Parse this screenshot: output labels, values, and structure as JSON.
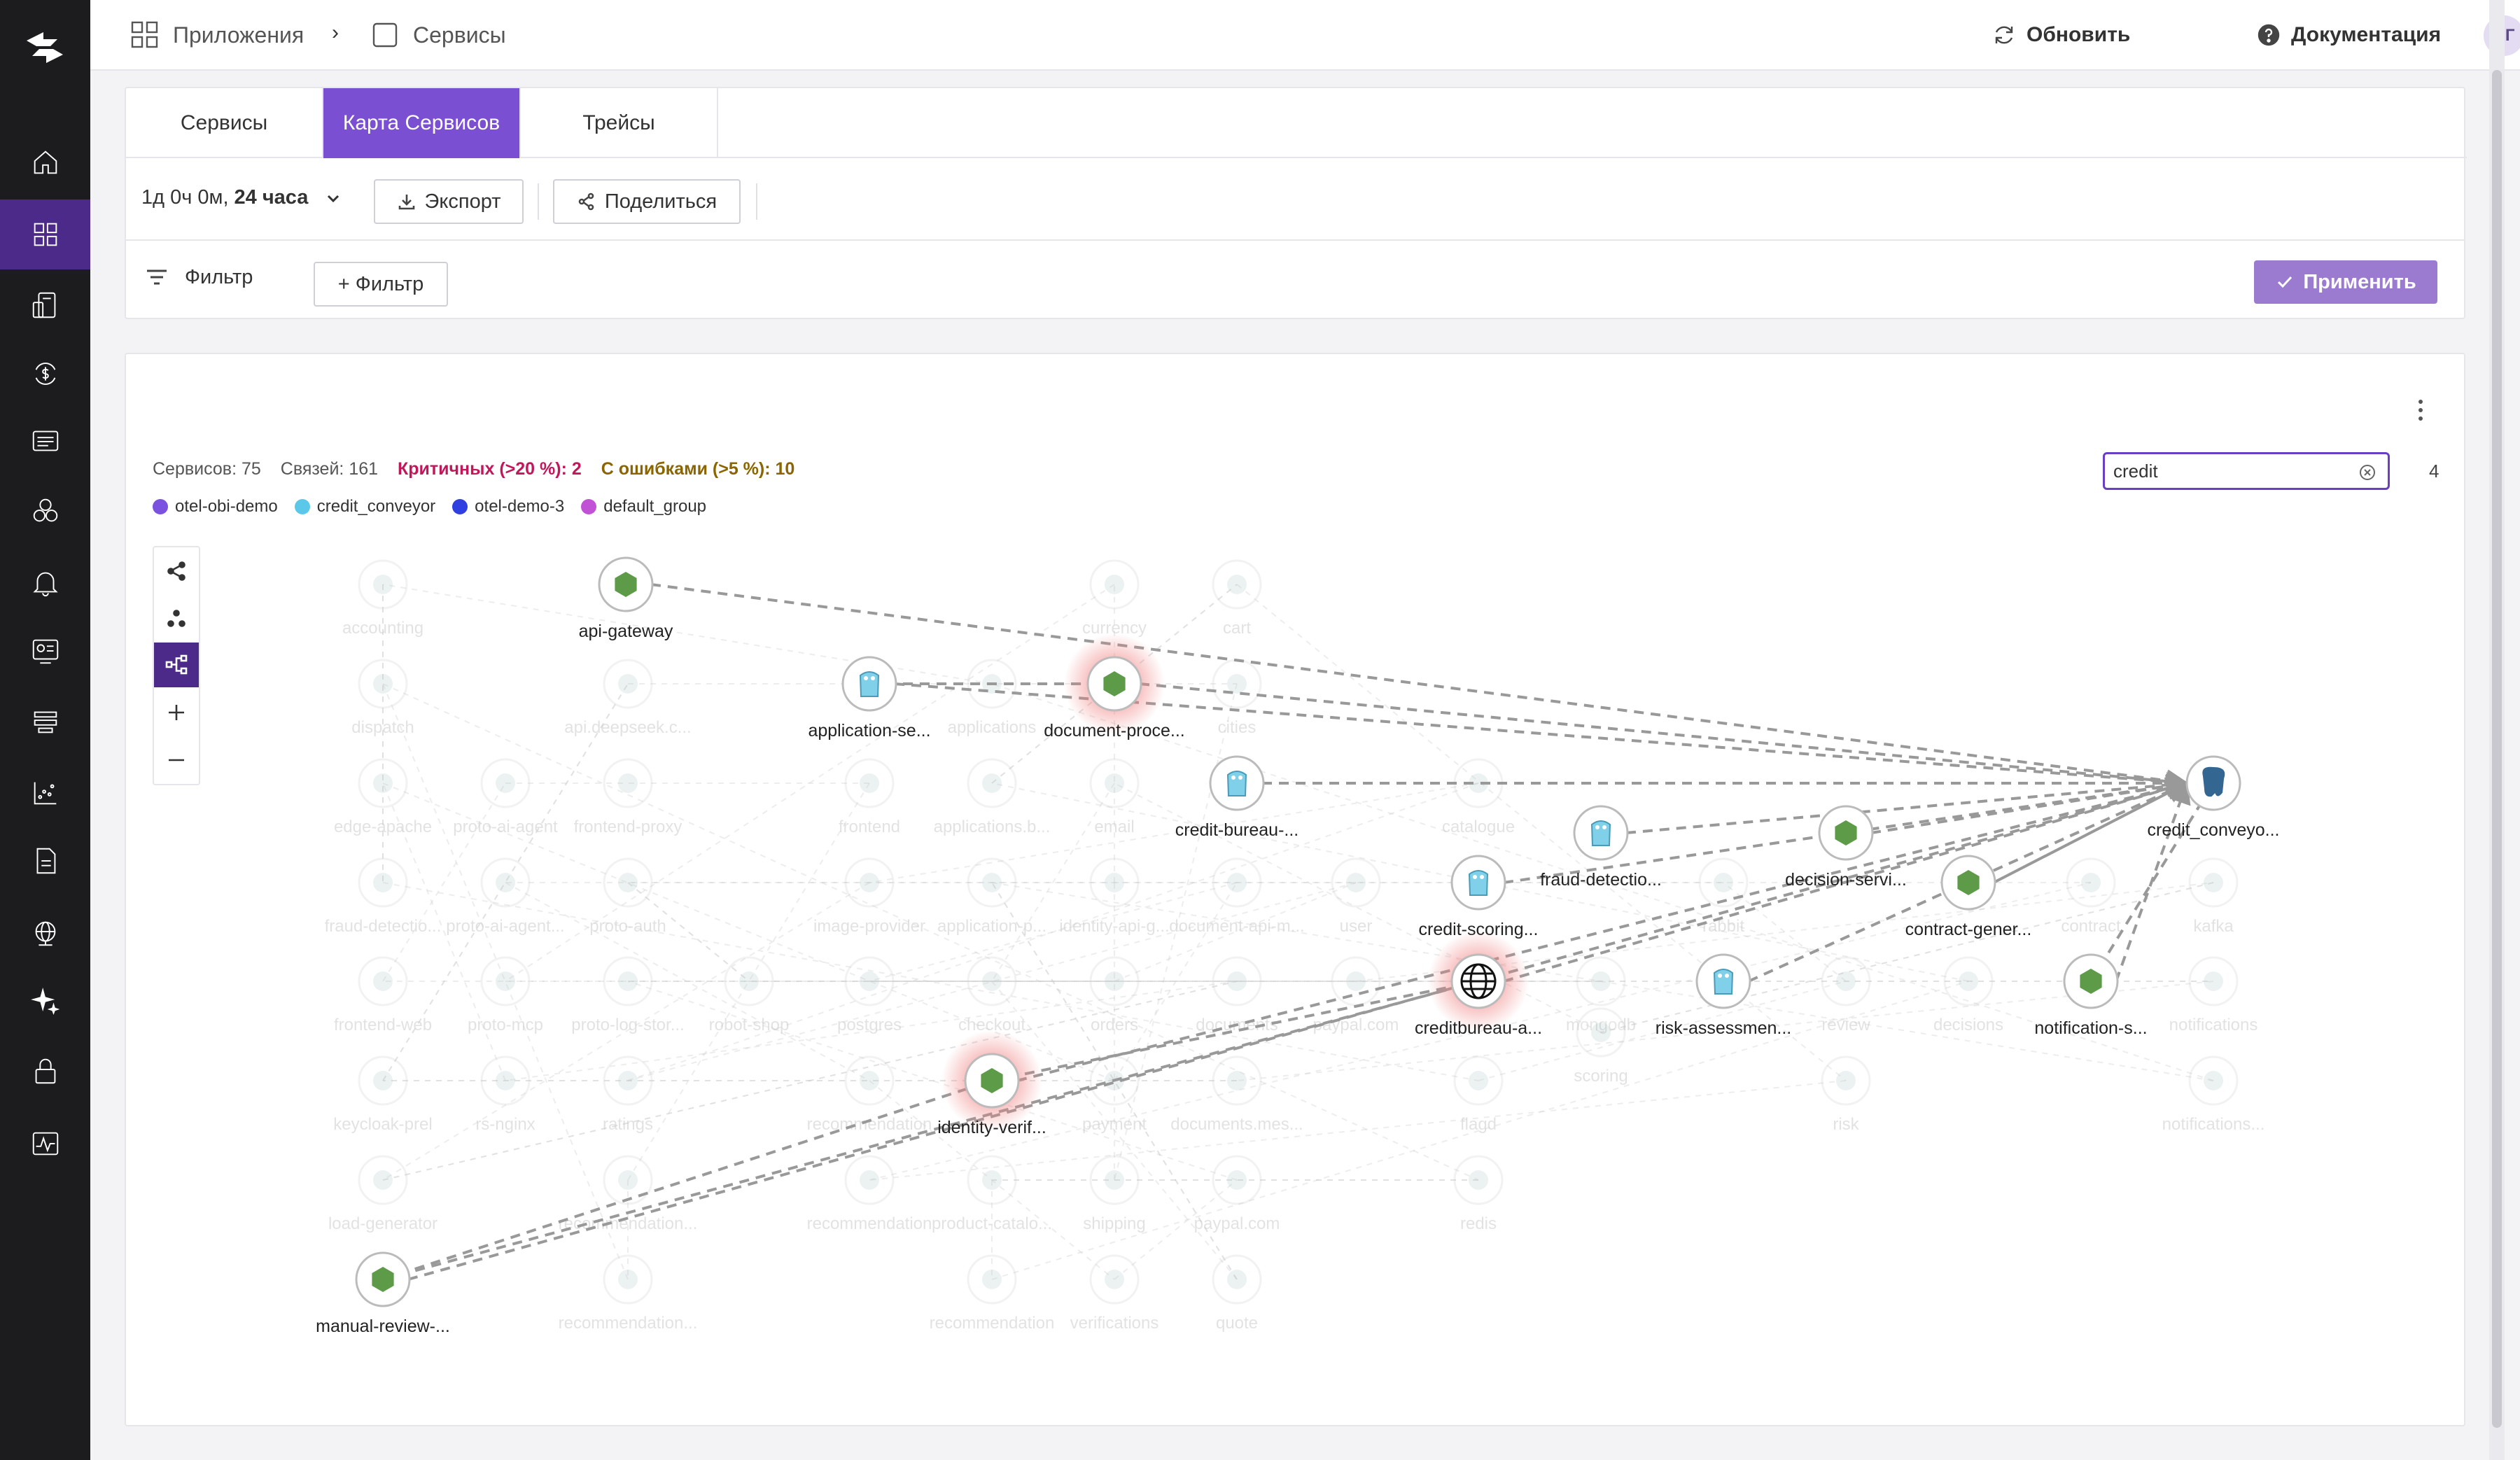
{
  "header": {
    "breadcrumb": [
      "Приложения",
      "Сервисы"
    ],
    "refresh_label": "Обновить",
    "docs_label": "Документация",
    "avatar_initials": "АГ"
  },
  "tabs": [
    "Сервисы",
    "Карта Сервисов",
    "Трейсы"
  ],
  "active_tab": 1,
  "toolbar": {
    "time_prefix": "1д 0ч 0м,",
    "time_range": "24 часа",
    "export_label": "Экспорт",
    "share_label": "Поделиться",
    "filter_label": "Фильтр",
    "add_filter_label": "+ Фильтр",
    "apply_label": "Применить"
  },
  "map": {
    "stats": {
      "services": "Сервисов: 75",
      "links": "Связей: 161",
      "critical": "Критичных (>20 %): 2",
      "errors": "С ошибками (>5 %): 10"
    },
    "legend": [
      {
        "name": "otel-obi-demo",
        "color": "#7b52e0"
      },
      {
        "name": "credit_conveyor",
        "color": "#5bc8ea"
      },
      {
        "name": "otel-demo-3",
        "color": "#2f3fe0"
      },
      {
        "name": "default_group",
        "color": "#c152d6"
      }
    ],
    "search_value": "credit",
    "match_count": "4",
    "faded_nodes": [
      "accounting",
      "dispatch",
      "edge-apache",
      "proto-ai-agent",
      "frontend-proxy",
      "fraud-detectio...",
      "proto-ai-agent...",
      "proto-auth",
      "frontend-web",
      "proto-mcp",
      "proto-log-stor...",
      "keycloak-prel",
      "rs-nginx",
      "ratings",
      "load-generator",
      "recommendation...",
      "recommendation...",
      "api.deepseek.c...",
      "robot-shop",
      "frontend",
      "applications",
      "applications.b...",
      "email",
      "image-provider",
      "application-p...",
      "identity-api-g...",
      "document-api-m...",
      "user",
      "postgres",
      "checkout",
      "orders",
      "documents",
      "paypal.com",
      "recommendation",
      "payment",
      "documents.mes...",
      "recommendation",
      "product-catalo...",
      "shipping",
      "paypal.com",
      "recommendation",
      "verifications",
      "quote",
      "currency",
      "cart",
      "cities",
      "catalogue",
      "mongodb",
      "flagd",
      "redis",
      "scoring",
      "rabbit",
      "review",
      "risk",
      "decisions",
      "contract",
      "kafka",
      "notifications",
      "notifications..."
    ],
    "nodes": [
      {
        "name": "api-gateway",
        "type": "hex",
        "critical": false
      },
      {
        "name": "application-se...",
        "type": "go",
        "critical": false
      },
      {
        "name": "document-proce...",
        "type": "hex",
        "critical": true
      },
      {
        "name": "credit-bureau-...",
        "type": "go",
        "critical": false
      },
      {
        "name": "credit-scoring...",
        "type": "go",
        "critical": false
      },
      {
        "name": "fraud-detectio...",
        "type": "go",
        "critical": false
      },
      {
        "name": "decision-servi...",
        "type": "hex",
        "critical": false
      },
      {
        "name": "contract-gener...",
        "type": "hex",
        "critical": false
      },
      {
        "name": "creditbureau-a...",
        "type": "globe",
        "critical": true
      },
      {
        "name": "risk-assessmen...",
        "type": "go",
        "critical": false
      },
      {
        "name": "notification-s...",
        "type": "hex",
        "critical": false
      },
      {
        "name": "identity-verif...",
        "type": "hex",
        "critical": true
      },
      {
        "name": "manual-review-...",
        "type": "hex",
        "critical": false
      },
      {
        "name": "credit_conveyo...",
        "type": "db",
        "critical": false
      }
    ]
  }
}
